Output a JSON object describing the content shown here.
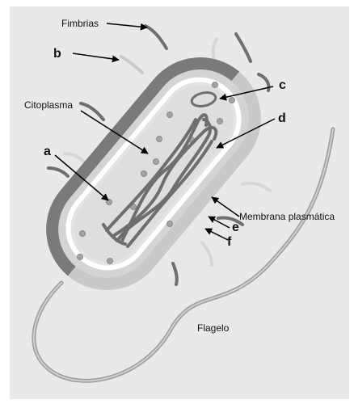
{
  "diagram": {
    "labels": {
      "fimbrias": "Fimbrias",
      "b": "b",
      "c": "c",
      "citoplasma": "Citoplasma",
      "d": "d",
      "a": "a",
      "membrana": "Membrana plasmática",
      "e": "e",
      "f": "f",
      "flagelo": "Flagelo"
    },
    "colors": {
      "panel": "#e9e9e9",
      "outer_wall": "#7a7a7a",
      "wall_light": "#c9c9c9",
      "membrane": "#ffffff",
      "cytoplasm": "#dedede",
      "dna": "#6e6e6e",
      "ribosome": "#9a9a9a",
      "fimbria": "#6f6f6f"
    }
  }
}
